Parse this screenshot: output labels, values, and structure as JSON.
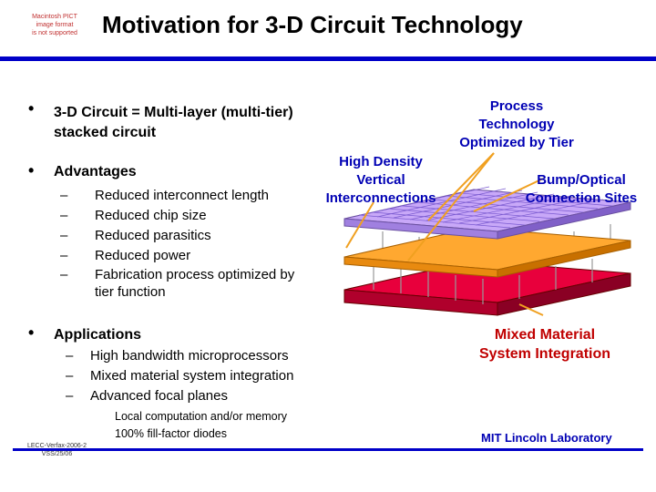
{
  "logo_placeholder": {
    "line1": "Macintosh PICT",
    "line2": "image format",
    "line3": "is not supported"
  },
  "title": "Motivation for 3-D Circuit Technology",
  "bullets": [
    {
      "symbol": "•",
      "text_line1": "3-D Circuit = Multi-layer (multi-tier)",
      "text_line2": "stacked circuit"
    },
    {
      "symbol": "•",
      "text": "Advantages",
      "items": [
        {
          "dash": "–",
          "text": "Reduced interconnect length"
        },
        {
          "dash": "–",
          "text": "Reduced chip size"
        },
        {
          "dash": "–",
          "text": "Reduced parasitics"
        },
        {
          "dash": "–",
          "text": "Reduced power"
        },
        {
          "dash": "–",
          "text_line1": "Fabrication process optimized by",
          "text_line2": "tier function"
        }
      ]
    },
    {
      "symbol": "•",
      "text": "Applications",
      "items": [
        {
          "dash": "–",
          "text": "High bandwidth microprocessors"
        },
        {
          "dash": "–",
          "text": "Mixed material system integration"
        },
        {
          "dash": "–",
          "text": "Advanced focal planes"
        }
      ],
      "subitems": [
        "Local computation and/or memory",
        "100% fill-factor diodes"
      ]
    }
  ],
  "diagram_labels": {
    "vertical": {
      "line1": "High Density",
      "line2": "Vertical",
      "line3": "Interconnections"
    },
    "process": {
      "line1": "Process",
      "line2": "Technology",
      "line3": "Optimized by Tier"
    },
    "bump": {
      "line1": "Bump/Optical",
      "line2": "Connection Sites"
    },
    "mixed": {
      "line1": "Mixed Material",
      "line2": "System Integration"
    }
  },
  "footer": {
    "left_line1": "LECC-Verfax-2006-2",
    "left_line2": "VSS/25/06",
    "right": "MIT Lincoln Laboratory"
  },
  "colors": {
    "accent_blue": "#0000c8",
    "label_blue": "#0000b4",
    "label_red": "#c00000",
    "layer_red": "#e8003c",
    "layer_orange": "#ffa830",
    "layer_purple": "#c8a8f8",
    "pointer_orange": "#f0a020"
  }
}
